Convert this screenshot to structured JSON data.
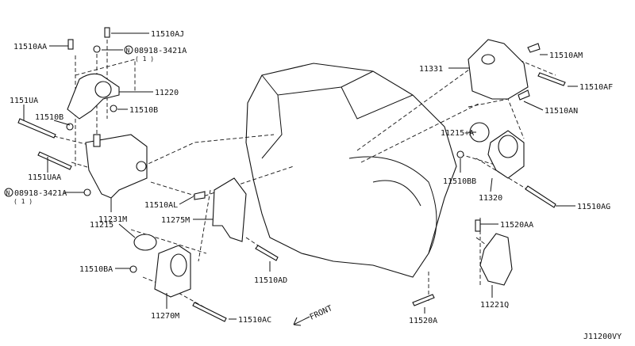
{
  "diagram_code": "J11200VY",
  "front_label": "FRONT",
  "labels": {
    "l11510AJ": "11510AJ",
    "l11510AA": "11510AA",
    "n08918_top": "08918-3421A",
    "n08918_top_qty": "( 1 )",
    "l11220": "11220",
    "l1151UA": "1151UA",
    "l11510B_left": "11510B",
    "l11510B_right": "11510B",
    "l1151UAA": "1151UAA",
    "n08918_bottom": "08918-3421A",
    "n08918_bottom_qty": "( 1 )",
    "l11231M": "11231M",
    "l11510AL": "11510AL",
    "l11275M": "11275M",
    "l11215": "11215",
    "l11510BA": "11510BA",
    "l11270M": "11270M",
    "l11510AC": "11510AC",
    "l11510AD": "11510AD",
    "l11510AM": "11510AM",
    "l11331": "11331",
    "l11510AF": "11510AF",
    "l11510AN": "11510AN",
    "l11215A": "11215+A",
    "l11510BB": "11510BB",
    "l11320": "11320",
    "l11510AG": "11510AG",
    "l11520AA": "11520AA",
    "l11221Q": "11221Q",
    "l11520A": "11520A",
    "n_symbol": "N"
  }
}
